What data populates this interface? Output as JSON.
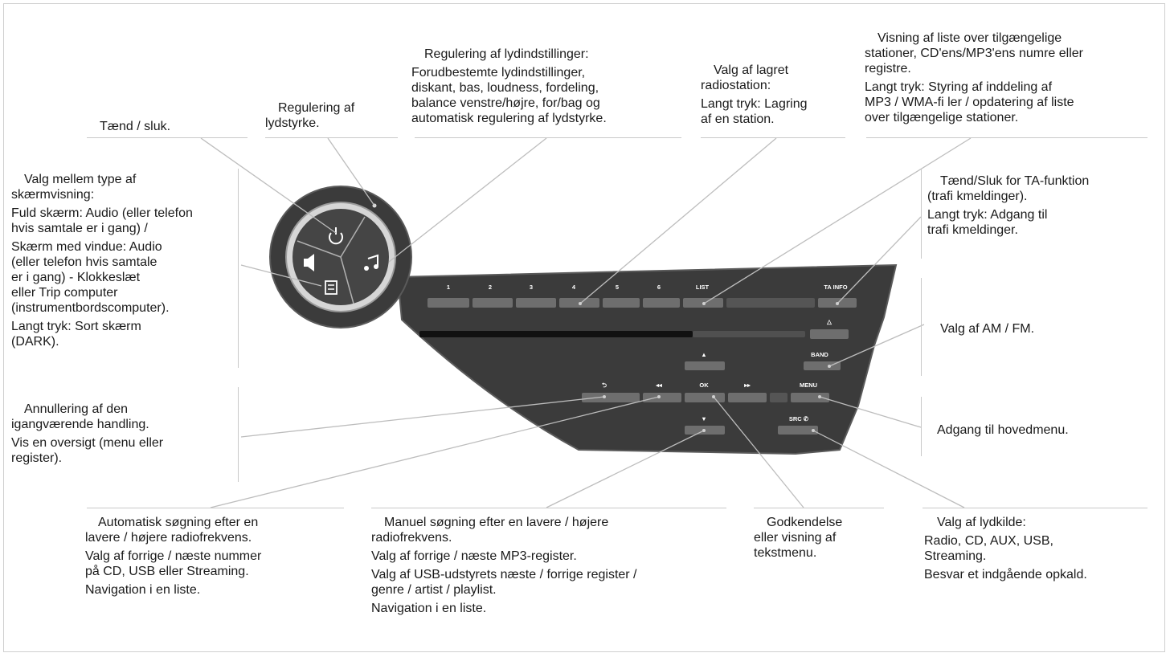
{
  "callouts": {
    "power": {
      "lines": [
        "Tænd / sluk."
      ]
    },
    "volume": {
      "lines": [
        "Regulering af\nlydstyrke."
      ]
    },
    "audio": {
      "lines": [
        "Regulering af lydindstillinger:",
        "Forudbestemte lydindstillinger,\ndiskant, bas, loudness, fordeling,\nbalance venstre/højre, for/bag og\nautomatisk regulering af lydstyrke."
      ]
    },
    "preset": {
      "lines": [
        "Valg af lagret\nradiostation:",
        "Langt tryk: Lagring\naf en station."
      ]
    },
    "list": {
      "lines": [
        "Visning af liste over tilgængelige\nstationer, CD'ens/MP3'ens numre eller\nregistre.",
        "Langt tryk: Styring af inddeling af\nMP3 / WMA-fi ler / opdatering af liste\nover tilgængelige stationer."
      ]
    },
    "display": {
      "lines": [
        "Valg mellem type af\nskærmvisning:",
        "Fuld skærm: Audio (eller telefon\nhvis samtale er i gang) /",
        "Skærm med vindue: Audio\n(eller telefon hvis samtale\ner i gang) - Klokkeslæt\neller Trip computer\n(instrumentbordscomputer).",
        "Langt tryk: Sort skærm\n(DARK)."
      ]
    },
    "ta": {
      "lines": [
        "Tænd/Sluk for TA-funktion\n(trafi kmeldinger).",
        "Langt tryk: Adgang til\ntrafi kmeldinger."
      ]
    },
    "band": {
      "lines": [
        "Valg af AM / FM."
      ]
    },
    "cancel": {
      "lines": [
        "Annullering af den\nigangværende handling.",
        "Vis en oversigt (menu eller\nregister)."
      ]
    },
    "menu": {
      "lines": [
        "Adgang til hovedmenu."
      ]
    },
    "autoseek": {
      "lines": [
        "Automatisk søgning efter en\nlavere / højere radiofrekvens.",
        "Valg af forrige / næste nummer\npå CD, USB eller Streaming.",
        "Navigation i en liste."
      ]
    },
    "manual": {
      "lines": [
        "Manuel søgning efter en lavere / højere\nradiofrekvens.",
        "Valg af forrige / næste MP3-register.",
        "Valg af USB-udstyrets næste / forrige register /\ngenre / artist / playlist.",
        "Navigation i en liste."
      ]
    },
    "ok": {
      "lines": [
        "Godkendelse\neller visning af\ntekstmenu."
      ]
    },
    "source": {
      "lines": [
        "Valg af lydkilde:",
        "Radio, CD, AUX, USB,\nStreaming.",
        "Besvar et indgående opkald."
      ]
    }
  },
  "panel": {
    "presets": [
      "1",
      "2",
      "3",
      "4",
      "5",
      "6"
    ],
    "list_label": "LIST",
    "ta_label": "TA INFO",
    "eject_label": "△",
    "band_label": "BAND",
    "back_label": "⮌",
    "rew_label": "◂◂",
    "ok_label": "OK",
    "fwd_label": "▸▸",
    "menu_label": "MENU",
    "up_label": "▲",
    "down_label": "▼",
    "src_label": "SRC ✆"
  },
  "colors": {
    "panel": "#3b3b3b",
    "panel_edge": "#5a5a5a",
    "button": "#6e6e6e",
    "leader": "#bdbdbd",
    "knob_ring": "#cfcfcf"
  }
}
